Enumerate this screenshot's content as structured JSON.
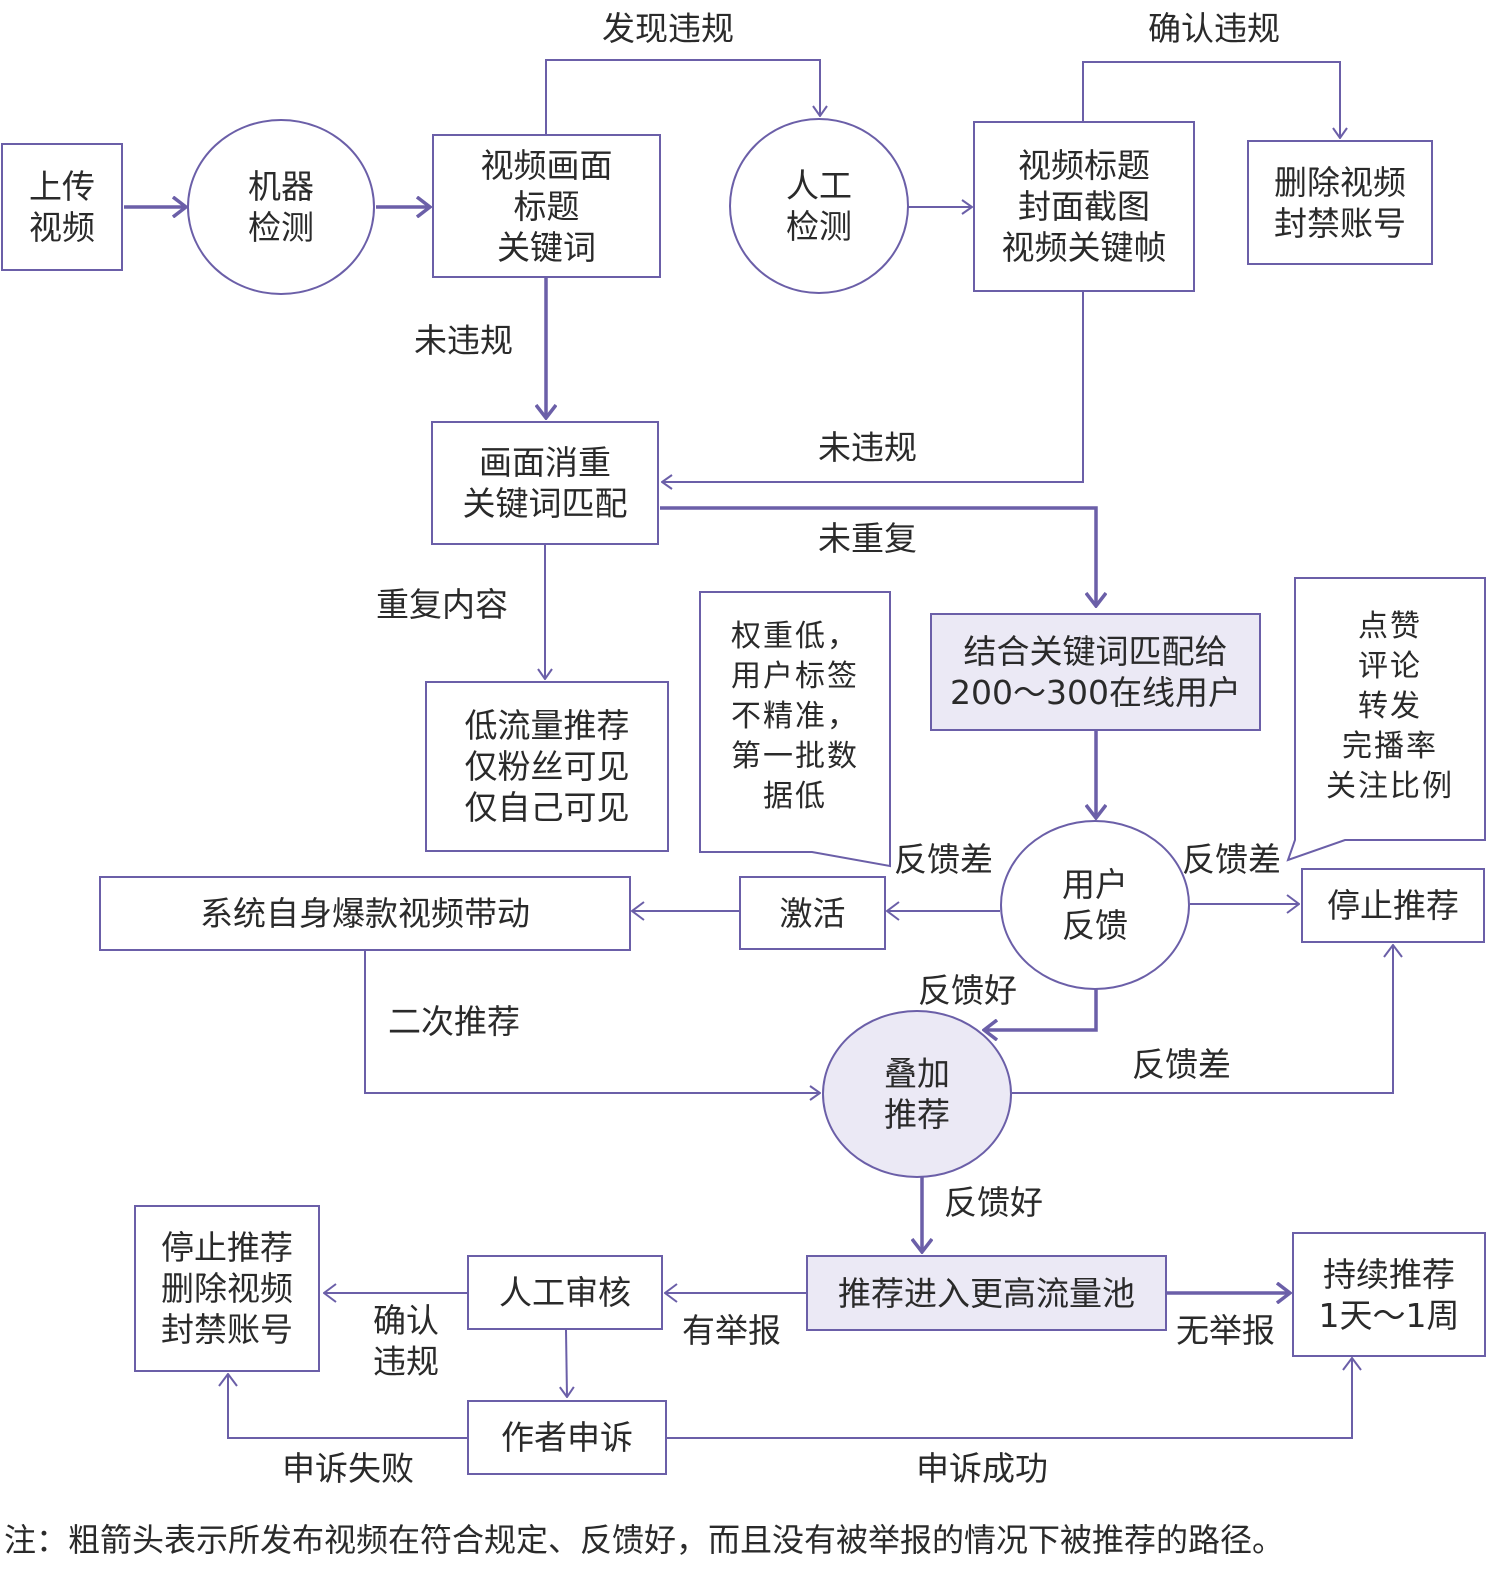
{
  "nodes": {
    "upload": [
      "上传",
      "视频"
    ],
    "machine_check": [
      "机器",
      "检测"
    ],
    "video_content": [
      "视频画面",
      "标题",
      "关键词"
    ],
    "manual_check": [
      "人工",
      "检测"
    ],
    "evidence": [
      "视频标题",
      "封面截图",
      "视频关键帧"
    ],
    "delete_ban_top": [
      "删除视频",
      "封禁账号"
    ],
    "dedup": [
      "画面消重",
      "关键词匹配"
    ],
    "low_traffic": [
      "低流量推荐",
      "仅粉丝可见",
      "仅自己可见"
    ],
    "initial_push": [
      "结合关键词匹配给",
      "200～300在线用户"
    ],
    "user_feedback": [
      "用户",
      "反馈"
    ],
    "activate": [
      "激活"
    ],
    "viral_boost": [
      "系统自身爆款视频带动"
    ],
    "stop_top": [
      "停止推荐"
    ],
    "stack_recommend": [
      "叠加",
      "推荐"
    ],
    "higher_pool": [
      "推荐进入更高流量池"
    ],
    "manual_review": [
      "人工审核"
    ],
    "final_penalty": [
      "停止推荐",
      "删除视频",
      "封禁账号"
    ],
    "author_appeal": [
      "作者申诉"
    ],
    "continue": [
      "持续推荐",
      "1天～1周"
    ]
  },
  "notes": {
    "low_weight": [
      "权重低，",
      "用户标签",
      "不精准，",
      "第一批数",
      "据低"
    ],
    "metrics": [
      "点赞",
      "评论",
      "转发",
      "完播率",
      "关注比例"
    ]
  },
  "labels": {
    "found_violation": "发现违规",
    "confirm_violation_top": "确认违规",
    "no_violation_1": "未违规",
    "no_violation_2": "未违规",
    "not_duplicate": "未重复",
    "duplicate_content": "重复内容",
    "bad_feedback_left": "反馈差",
    "bad_feedback_right": "反馈差",
    "good_feedback_1": "反馈好",
    "second_recommend": "二次推荐",
    "bad_feedback_stack": "反馈差",
    "good_feedback_2": "反馈好",
    "has_report": "有举报",
    "no_report": "无举报",
    "confirm_violation_bottom": [
      "确认",
      "违规"
    ],
    "appeal_failed": "申诉失败",
    "appeal_success": "申诉成功"
  },
  "footnote": "注：粗箭头表示所发布视频在符合规定、反馈好，而且没有被举报的情况下被推荐的路径。",
  "colors": {
    "stroke": "#6b5fa8",
    "highlight_fill": "#ebe9f5",
    "text": "#2a2a2a"
  }
}
